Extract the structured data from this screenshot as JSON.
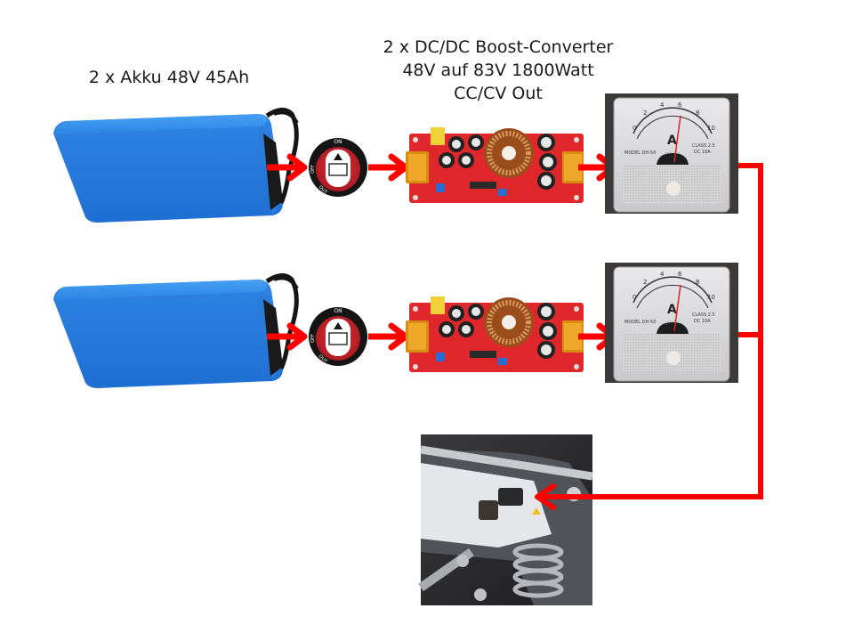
{
  "labels": {
    "batteries": "2 x Akku 48V 45Ah",
    "converter_line1": "2 x DC/DC Boost-Converter",
    "converter_line2": "48V auf 83V  1800Watt",
    "converter_line3": "CC/CV Out"
  },
  "switch": {
    "on": "ON",
    "off": "OFF",
    "out": "OUT"
  },
  "ammeter": {
    "unit": "A",
    "scale": [
      "0",
      "2",
      "4",
      "6",
      "8",
      "10"
    ],
    "model": "MODEL DH-50",
    "class": "CLASS 2.5",
    "range": "DC   10A",
    "reading": 6
  },
  "colors": {
    "arrow": "#ff0000",
    "battery": "#2f8ae8",
    "switch": "#c8202a",
    "pcb": "#e0282c"
  }
}
